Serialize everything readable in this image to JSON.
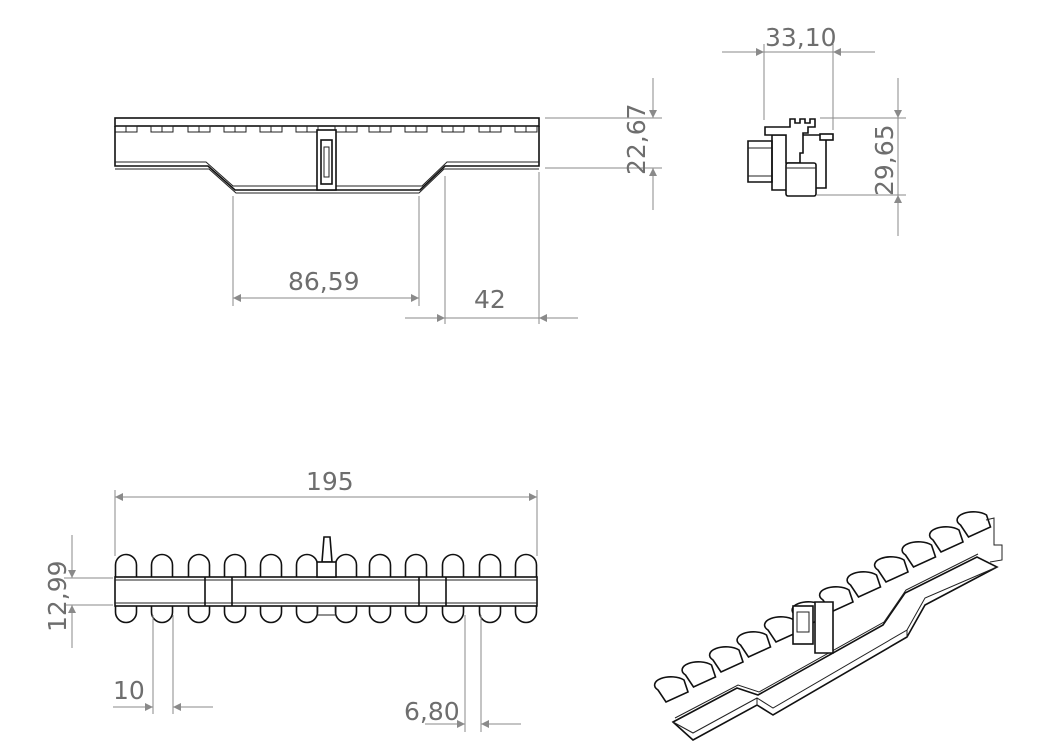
{
  "drawing": {
    "views": [
      "front-view",
      "side-view",
      "bottom-view",
      "isometric-view"
    ],
    "dimensions": {
      "front_height": "22,67",
      "front_lower_length": "86,59",
      "front_end_offset": "42",
      "side_width": "33,10",
      "side_height": "29,65",
      "overall_length": "195",
      "bottom_band_width": "12,99",
      "slot_pitch": "10",
      "slot_width": "6,80"
    },
    "colors": {
      "part_line": "#111111",
      "dimension": "#6e6e6e"
    }
  }
}
